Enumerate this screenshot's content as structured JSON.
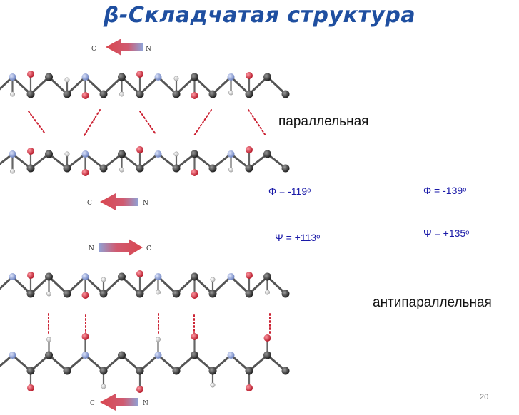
{
  "title": "β-Складчатая структура",
  "figure": {
    "arrow_top1": {
      "left": "C",
      "right": "N"
    },
    "arrow_top2": {
      "left": "C",
      "right": "N"
    },
    "arrow_bot1": {
      "left": "N",
      "right": "C"
    },
    "arrow_bot2": {
      "left": "C",
      "right": "N"
    },
    "colors": {
      "carbon": "#3a3a3a",
      "nitrogen": "#8fa2d6",
      "oxygen": "#d83a4a",
      "hydrogen": "#f4f4f4",
      "hbond": "#cc2233",
      "arrow": "#d9474f"
    }
  },
  "labels": {
    "parallel": "параллельная",
    "antiparallel": "антипараллельная"
  },
  "angles": {
    "phi_parallel": "Φ = -119ᵒ",
    "phi_antiparallel": "Φ = -139ᵒ",
    "psi_parallel": "Ψ = +113ᵒ",
    "psi_antiparallel": "Ψ = +135ᵒ"
  },
  "page_number": "20"
}
